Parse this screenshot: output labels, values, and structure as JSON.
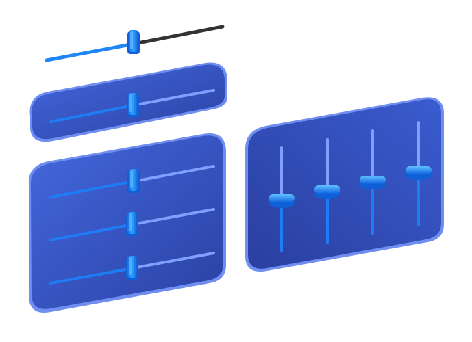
{
  "palette": {
    "background": "#ffffff",
    "panel_top": "#3f63d8",
    "panel_bottom": "#2c44a8",
    "panel_edge": "#6f8ef0",
    "track_unfilled_light": "#7fa0ff",
    "track_unfilled_dark": "#333333",
    "track_filled": "#1e7cf5",
    "thumb": "#1e90ff",
    "thumb_highlight": "#7cc4ff"
  },
  "icons": {
    "standalone_slider": "slider-icon",
    "single_slider_panel": "slider-panel-icon",
    "triple_slider_panel": "slider-panel-icon",
    "equalizer_panel": "equalizer-panel-icon"
  },
  "sliders": {
    "standalone": {
      "level": 0.48
    },
    "single_panel": [
      {
        "level": 0.48
      }
    ],
    "triple_panel": [
      {
        "level": 0.48
      },
      {
        "level": 0.46
      },
      {
        "level": 0.46
      }
    ],
    "equalizer": [
      {
        "level": 0.42
      },
      {
        "level": 0.45
      },
      {
        "level": 0.52
      },
      {
        "level": 0.55
      }
    ]
  }
}
